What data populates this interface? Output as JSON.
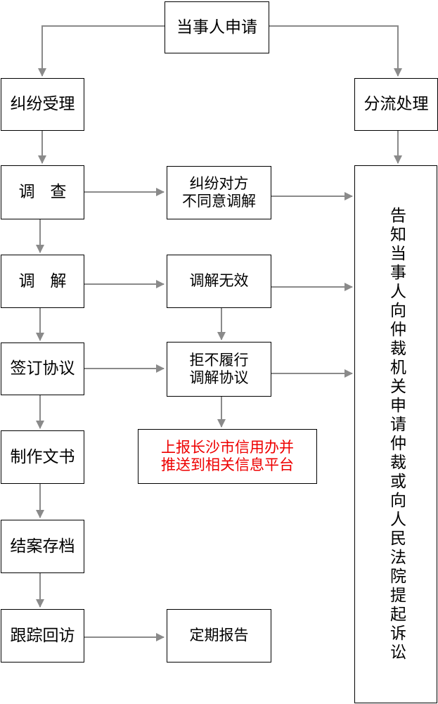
{
  "colors": {
    "arrow": "#8a8a8a",
    "border": "#000000",
    "highlight": "#ee0000"
  },
  "nodes": {
    "apply": "当事人申请",
    "accept": "纠纷受理",
    "divert": "分流处理",
    "investigate": "调查",
    "disagree": [
      "纠纷对方",
      "不同意调解"
    ],
    "mediate": "调解",
    "invalid": "调解无效",
    "sign": "签订协议",
    "refuse": [
      "拒不履行",
      "调解协议"
    ],
    "report_credit": [
      "上报长沙市信用办并",
      "推送到相关信息平台"
    ],
    "document": "制作文书",
    "close_case": "结案存档",
    "followup": "跟踪回访",
    "regular_report": "定期报告",
    "notify": "告知当事人向仲裁机关申请仲裁或向人民法院提起诉讼"
  }
}
